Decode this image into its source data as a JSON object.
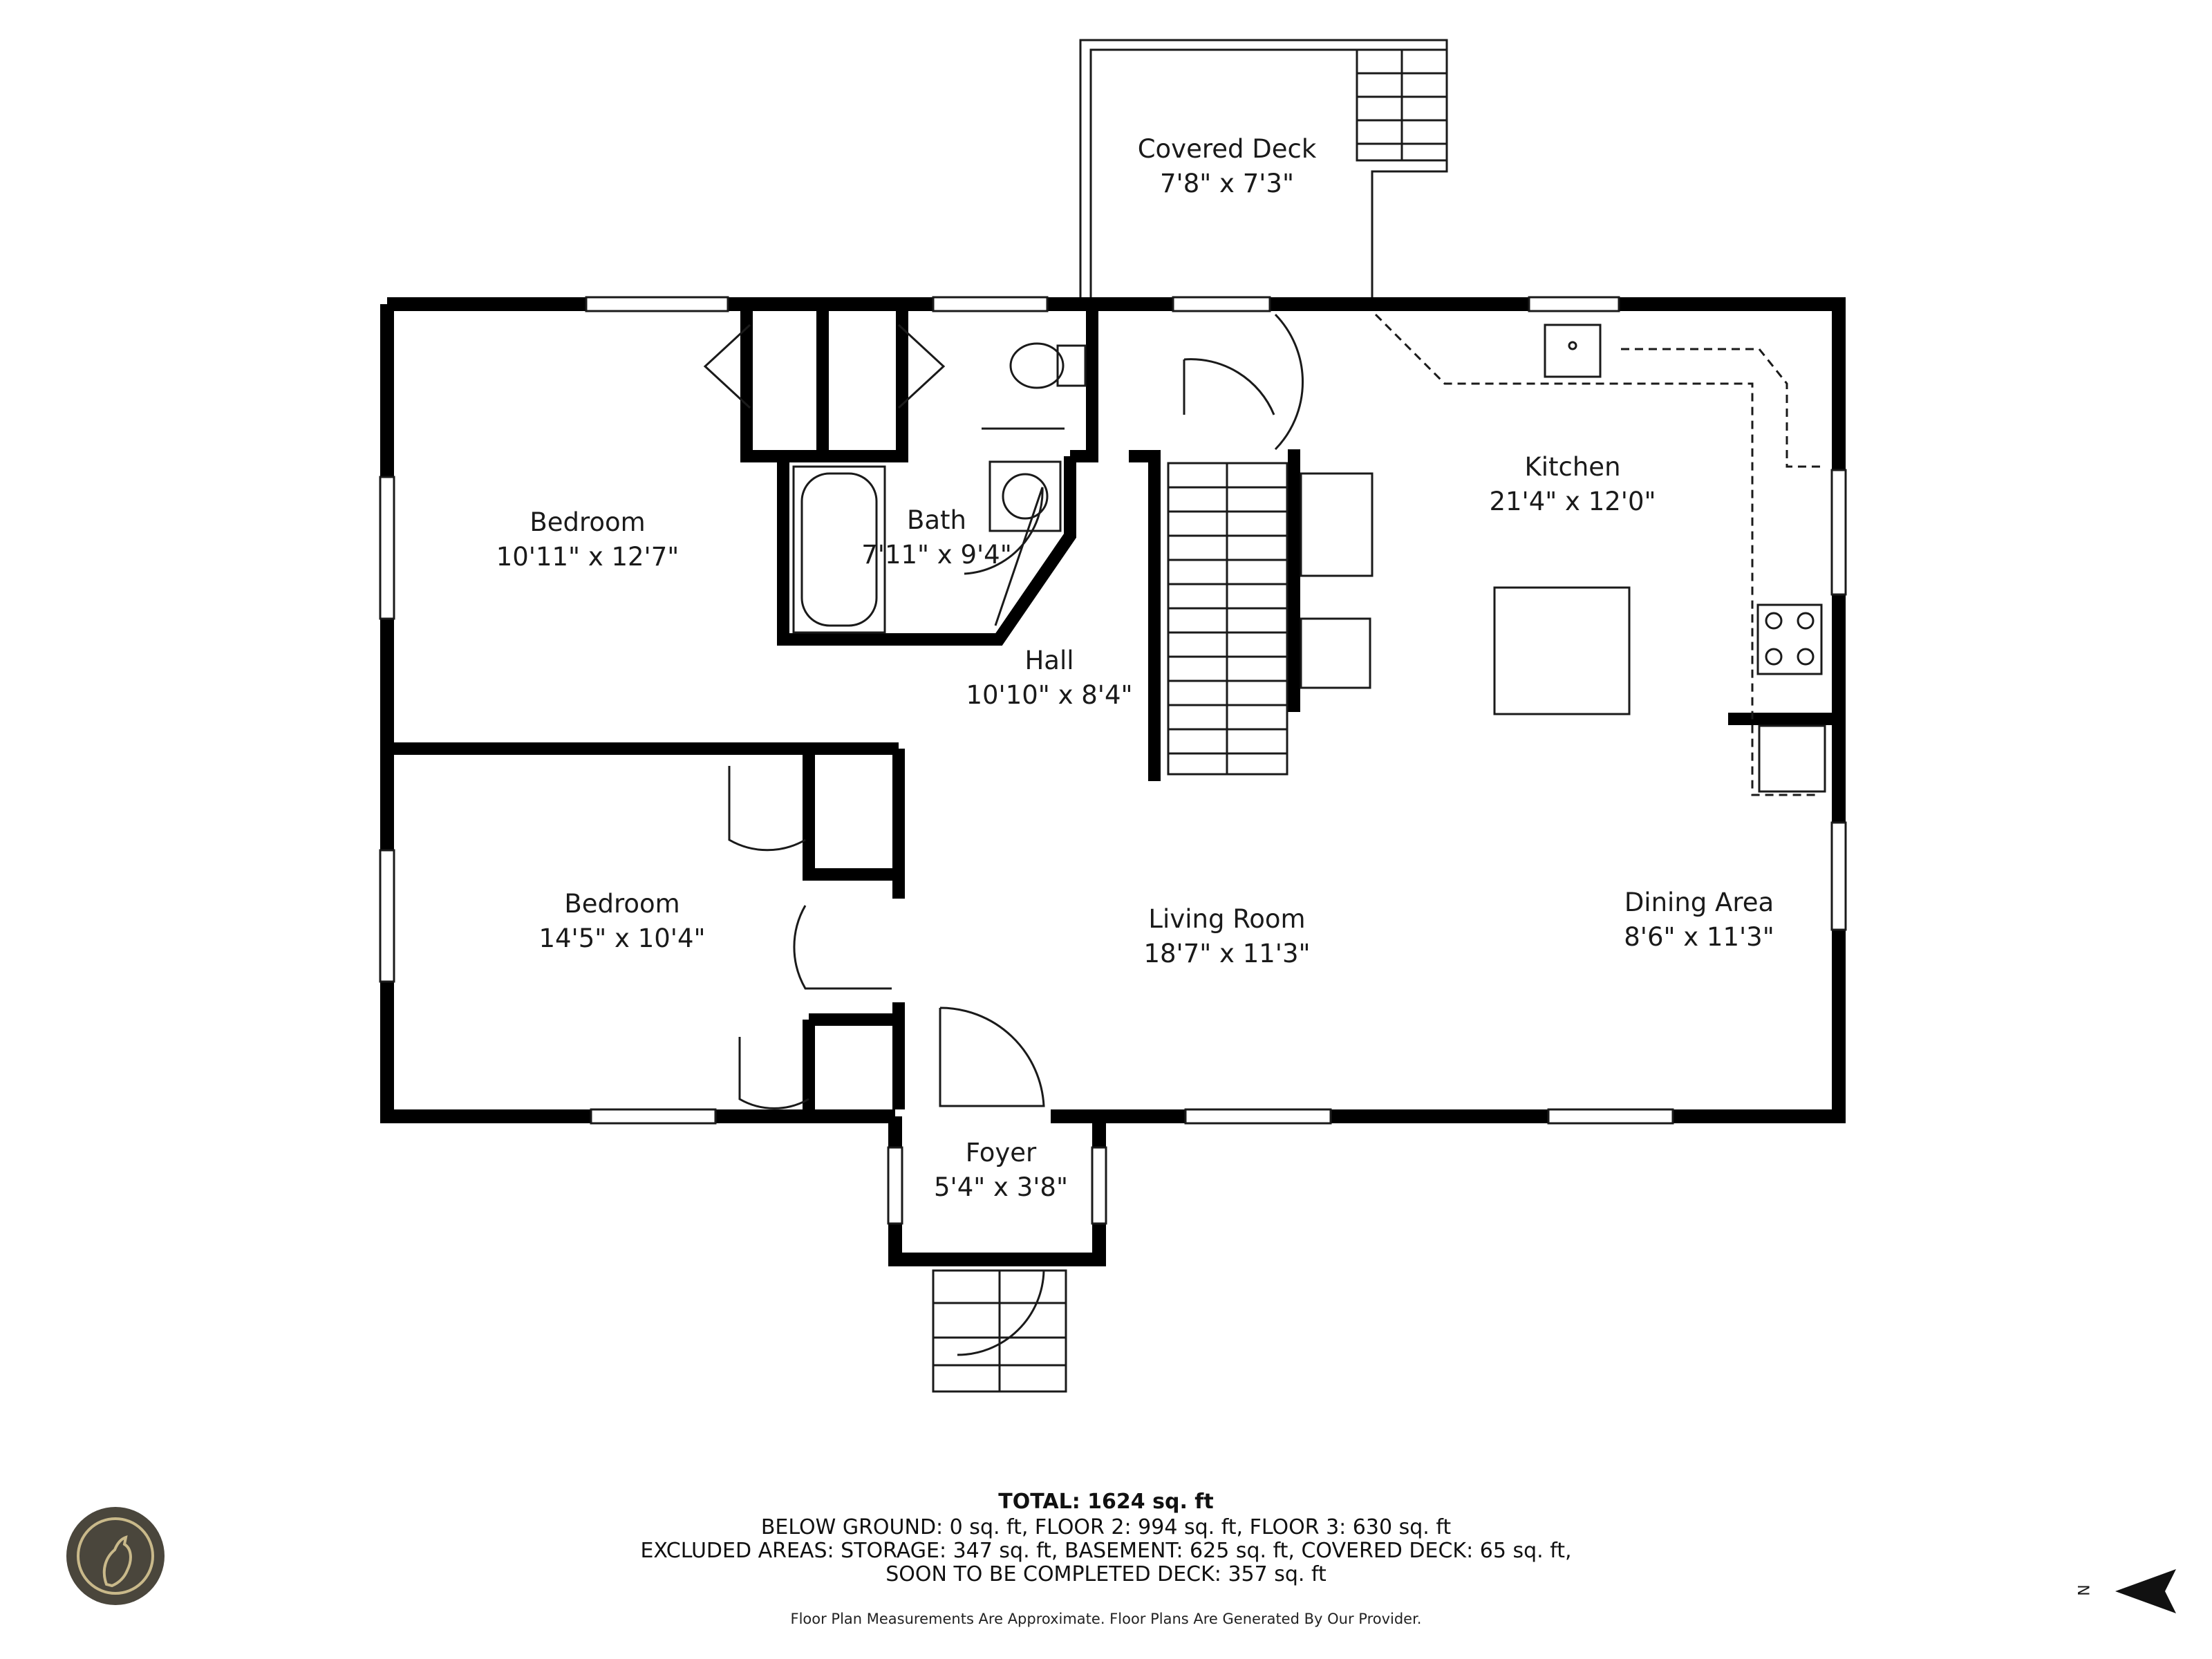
{
  "rooms": [
    {
      "id": "covered_deck",
      "name": "Covered Deck",
      "dims": "7'8\" x 7'3\""
    },
    {
      "id": "bedroom1",
      "name": "Bedroom",
      "dims": "10'11\" x 12'7\""
    },
    {
      "id": "bath",
      "name": "Bath",
      "dims": "7'11\" x 9'4\""
    },
    {
      "id": "kitchen",
      "name": "Kitchen",
      "dims": "21'4\" x 12'0\""
    },
    {
      "id": "hall",
      "name": "Hall",
      "dims": "10'10\" x 8'4\""
    },
    {
      "id": "bedroom2",
      "name": "Bedroom",
      "dims": "14'5\" x 10'4\""
    },
    {
      "id": "living",
      "name": "Living Room",
      "dims": "18'7\" x 11'3\""
    },
    {
      "id": "dining",
      "name": "Dining Area",
      "dims": "8'6\" x 11'3\""
    },
    {
      "id": "foyer",
      "name": "Foyer",
      "dims": "5'4\" x 3'8\""
    }
  ],
  "summary": {
    "total": "TOTAL: 1624 sq. ft",
    "line1": "BELOW GROUND: 0 sq. ft, FLOOR 2: 994 sq. ft, FLOOR 3: 630 sq. ft",
    "line2": "EXCLUDED AREAS: STORAGE: 347 sq. ft, BASEMENT: 625 sq. ft, COVERED DECK: 65 sq. ft,",
    "line3": "SOON TO BE COMPLETED DECK: 357 sq. ft"
  },
  "disclaimer": "Floor Plan Measurements Are Approximate. Floor Plans Are Generated By Our Provider.",
  "compass": {
    "label": "N"
  },
  "colors": {
    "wall": "#000000",
    "line": "#1a1a1a",
    "logo": "#4a463c",
    "logo_mark": "#c9b98a"
  }
}
